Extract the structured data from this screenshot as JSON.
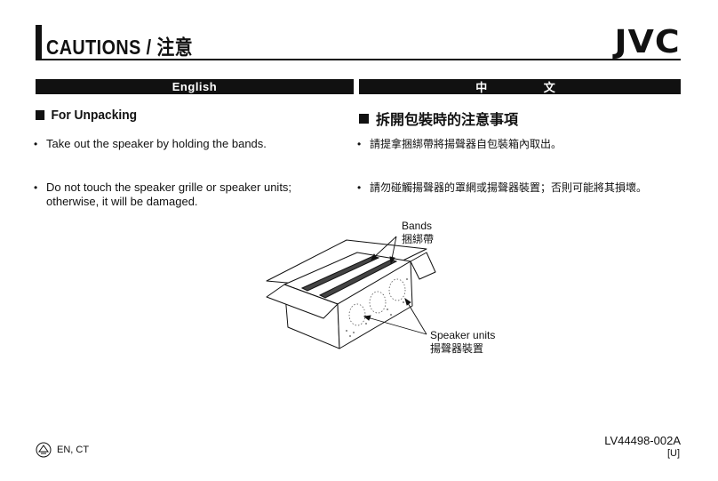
{
  "header": {
    "title": "CAUTIONS / 注意",
    "logo": "JVC"
  },
  "columns": {
    "english": {
      "label": "English",
      "section_title": "For Unpacking",
      "bullets": [
        "Take out the speaker by holding the bands.",
        "Do not touch the speaker grille or speaker units; otherwise, it will be damaged."
      ]
    },
    "chinese": {
      "label": "中 文",
      "section_title": "拆開包裝時的注意事項",
      "bullets": [
        "請提拿捆綁帶將揚聲器自包裝箱內取出。",
        "請勿碰觸揚聲器的罩網或揚聲器裝置；否則可能將其損壞。"
      ]
    }
  },
  "figure": {
    "bands_label_en": "Bands",
    "bands_label_zh": "捆綁帶",
    "units_label_en": "Speaker units",
    "units_label_zh": "揚聲器裝置"
  },
  "footer": {
    "languages": "EN, CT",
    "doc_code": "LV44498-002A",
    "region": "[U]"
  }
}
